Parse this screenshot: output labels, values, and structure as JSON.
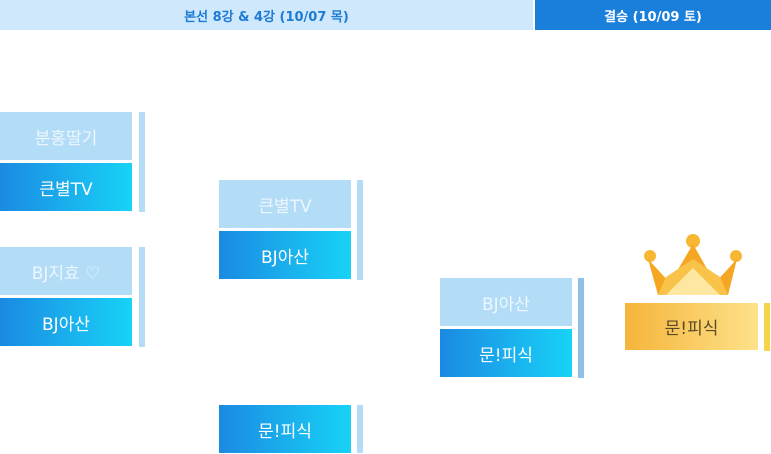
{
  "header": {
    "left_label": "본선 8강 & 4강 (10/07 목)",
    "right_label": "결승 (10/09 토)"
  },
  "bracket": {
    "r8": [
      {
        "top": "분홍딸기",
        "bottom": "큰별TV"
      },
      {
        "top": "BJ지효 ♡",
        "bottom": "BJ아산"
      }
    ],
    "r4": [
      {
        "top": "큰별TV",
        "bottom": "BJ아산"
      },
      {
        "single": "문!피식"
      }
    ],
    "semi": {
      "top": "BJ아산",
      "bottom": "문!피식"
    },
    "champion": "문!피식"
  },
  "colors": {
    "header_left_bg": "#cfe8fb",
    "header_right_bg": "#1a7fdb",
    "loser_bg": "#b3dcf7",
    "winner_gradient": [
      "#1b8ae2",
      "#18d2f7"
    ],
    "champion_gradient": [
      "#f6b43a",
      "#fde28a"
    ],
    "crown": "#f7b733"
  },
  "icons": {
    "crown": "crown-icon"
  }
}
